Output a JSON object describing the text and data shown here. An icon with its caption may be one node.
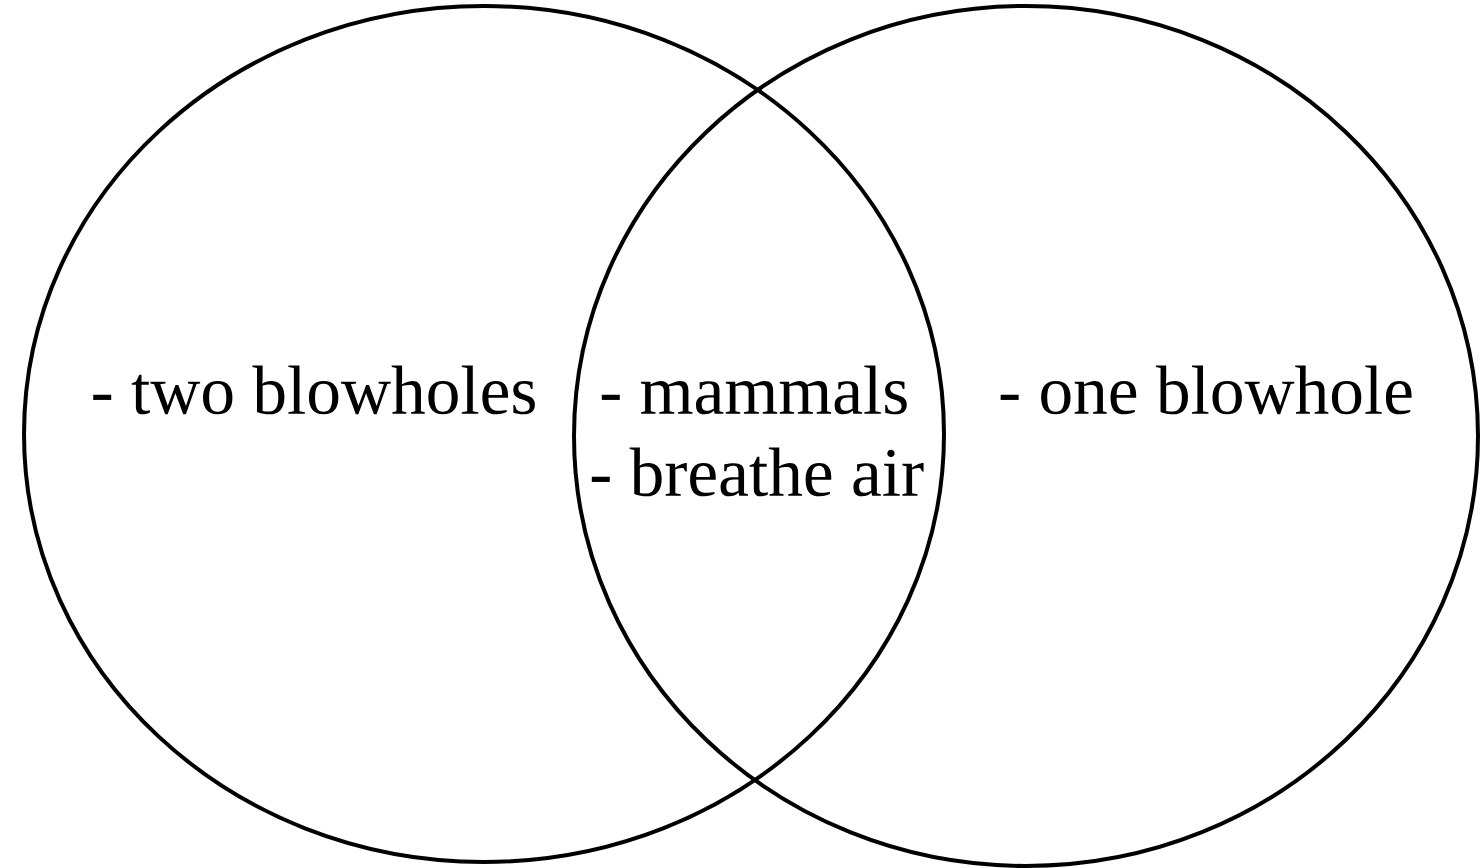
{
  "diagram": {
    "nodes": [
      {
        "text": [
          "- two blowholes"
        ]
      },
      {
        "text": [
          "- one blowhole"
        ]
      }
    ],
    "labels": [
      "- mammals",
      "- breathe air"
    ]
  }
}
